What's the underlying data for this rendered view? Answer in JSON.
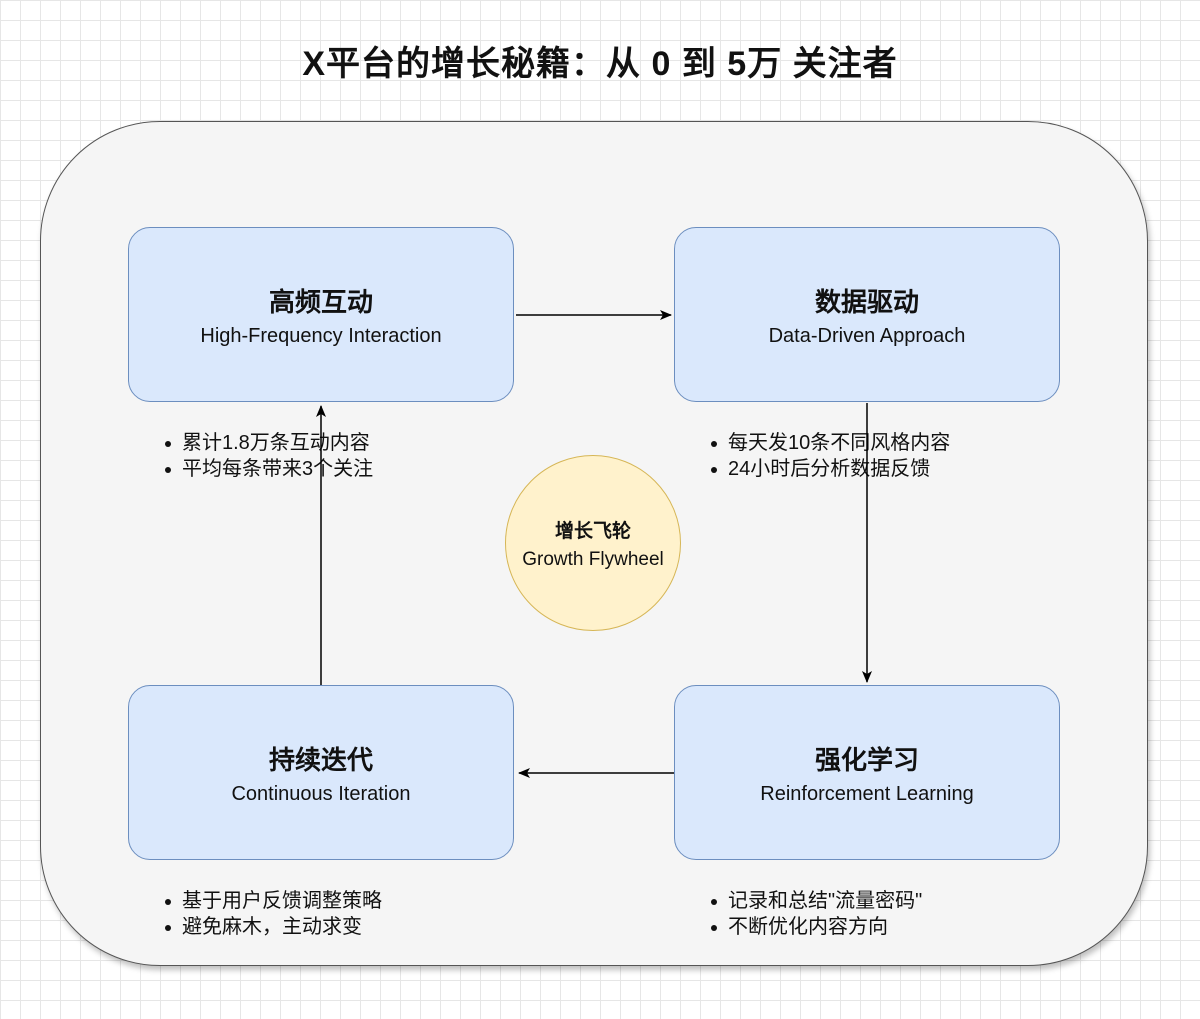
{
  "title": "X平台的增长秘籍：从 0 到 5万 关注者",
  "nodes": {
    "top_left": {
      "zh": "高频互动",
      "en": "High-Frequency Interaction"
    },
    "top_right": {
      "zh": "数据驱动",
      "en": "Data-Driven Approach"
    },
    "bottom_right": {
      "zh": "强化学习",
      "en": "Reinforcement Learning"
    },
    "bottom_left": {
      "zh": "持续迭代",
      "en": "Continuous Iteration"
    }
  },
  "center": {
    "zh": "增长飞轮",
    "en": "Growth Flywheel"
  },
  "bullets": {
    "top_left": [
      "累计1.8万条互动内容",
      "平均每条带来3个关注"
    ],
    "top_right": [
      "每天发10条不同风格内容",
      "24小时后分析数据反馈"
    ],
    "bottom_left": [
      "基于用户反馈调整策略",
      "避免麻木，主动求变"
    ],
    "bottom_right": [
      "记录和总结\"流量密码\"",
      "不断优化内容方向"
    ]
  },
  "colors": {
    "node_fill": "#dae8fc",
    "node_border": "#6c8ebf",
    "center_fill": "#fff2cc",
    "center_border": "#d6b656",
    "container_fill": "#f5f5f5"
  }
}
